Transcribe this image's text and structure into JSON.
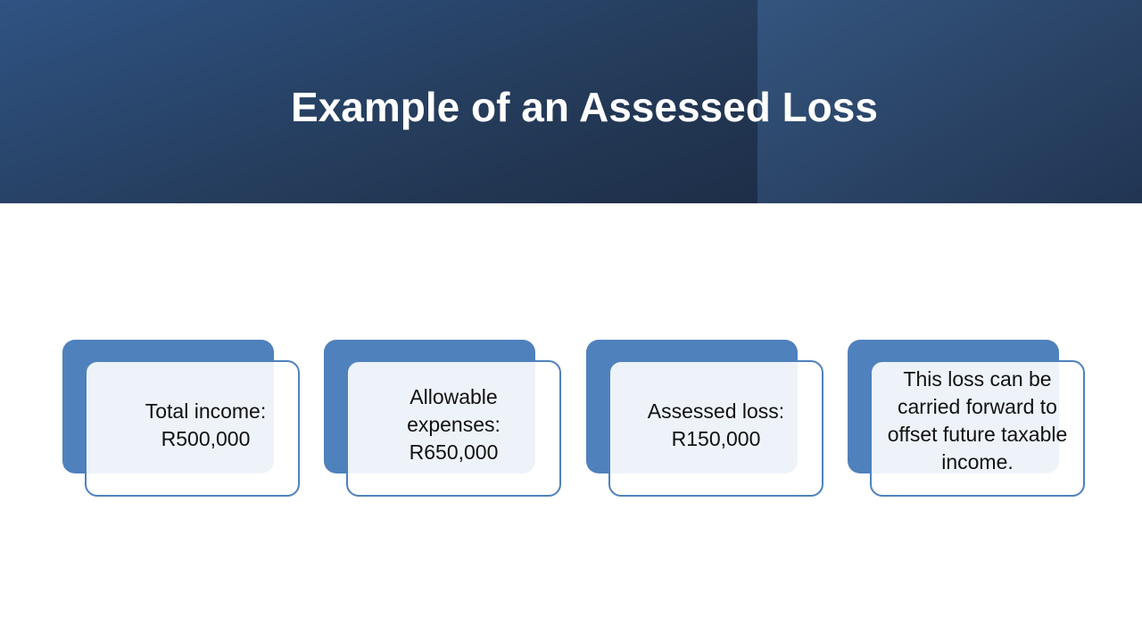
{
  "slide": {
    "title": "Example of an Assessed Loss",
    "accent_color": "#4f81bd",
    "cards": [
      {
        "text": "Total income: R500,000"
      },
      {
        "text": "Allowable expenses: R650,000"
      },
      {
        "text": "Assessed loss: R150,000"
      },
      {
        "text": "This loss can be carried forward to offset future taxable income."
      }
    ]
  }
}
